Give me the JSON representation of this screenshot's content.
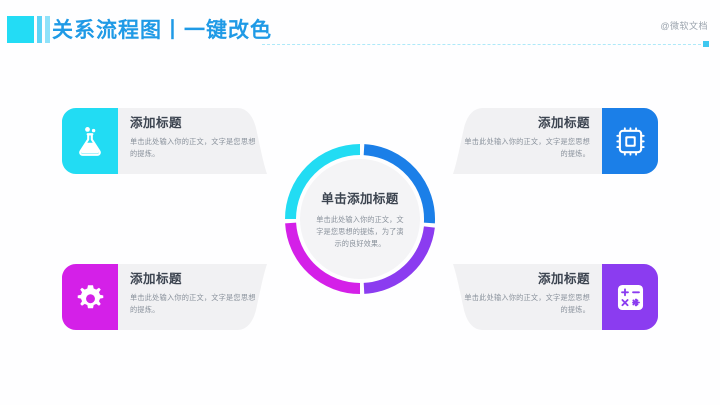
{
  "header": {
    "title": "关系流程图丨一键改色",
    "brand": "@微软文档",
    "accent": "#23dcf5",
    "title_color": "#1f9ae6"
  },
  "center": {
    "title": "单击添加标题",
    "body": "单击此处输入你的正文，文字是您思想的提炼，为了演示的良好效果。",
    "ring_colors": [
      "#22dcf3",
      "#1b7fe8",
      "#8b3cf0",
      "#d420e8"
    ]
  },
  "cards": [
    {
      "position": "top-left",
      "icon": "flask-icon",
      "color": "#22dcf3",
      "title": "添加标题",
      "body": "单击此处输入你的正文，文字是您思想的提炼。"
    },
    {
      "position": "top-right",
      "icon": "cpu-chip-icon",
      "color": "#1b7fe8",
      "title": "添加标题",
      "body": "单击此处输入你的正文，文字是您思想的提炼。"
    },
    {
      "position": "bottom-left",
      "icon": "gear-icon",
      "color": "#d420e8",
      "title": "添加标题",
      "body": "单击此处输入你的正文，文字是您思想的提炼。"
    },
    {
      "position": "bottom-right",
      "icon": "calculator-icon",
      "color": "#8b3cf0",
      "title": "添加标题",
      "body": "单击此处输入你的正文，文字是您思想的提炼。"
    }
  ]
}
